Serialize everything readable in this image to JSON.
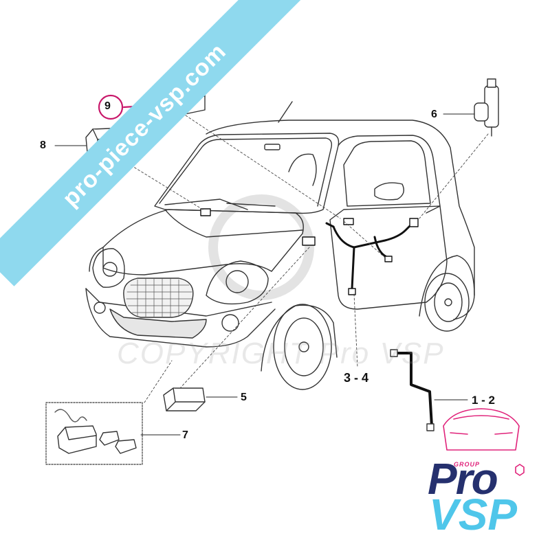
{
  "watermark_text": "COPYRIGHT Pro VSP",
  "banner_text": "pro-piece-vsp.com",
  "logo": {
    "group": "GROUP",
    "pro": "Pro",
    "vsp": "VSP"
  },
  "colors": {
    "banner": "#8fd9ee",
    "highlight": "#c8176a",
    "pro": "#25306e",
    "vsp": "#4fc6ea",
    "car_outline": "#333333"
  },
  "callouts": {
    "c9": "9",
    "c8": "8",
    "c6": "6",
    "c5": "5",
    "c7": "7",
    "c34": "3 - 4",
    "c12": "1 - 2"
  }
}
